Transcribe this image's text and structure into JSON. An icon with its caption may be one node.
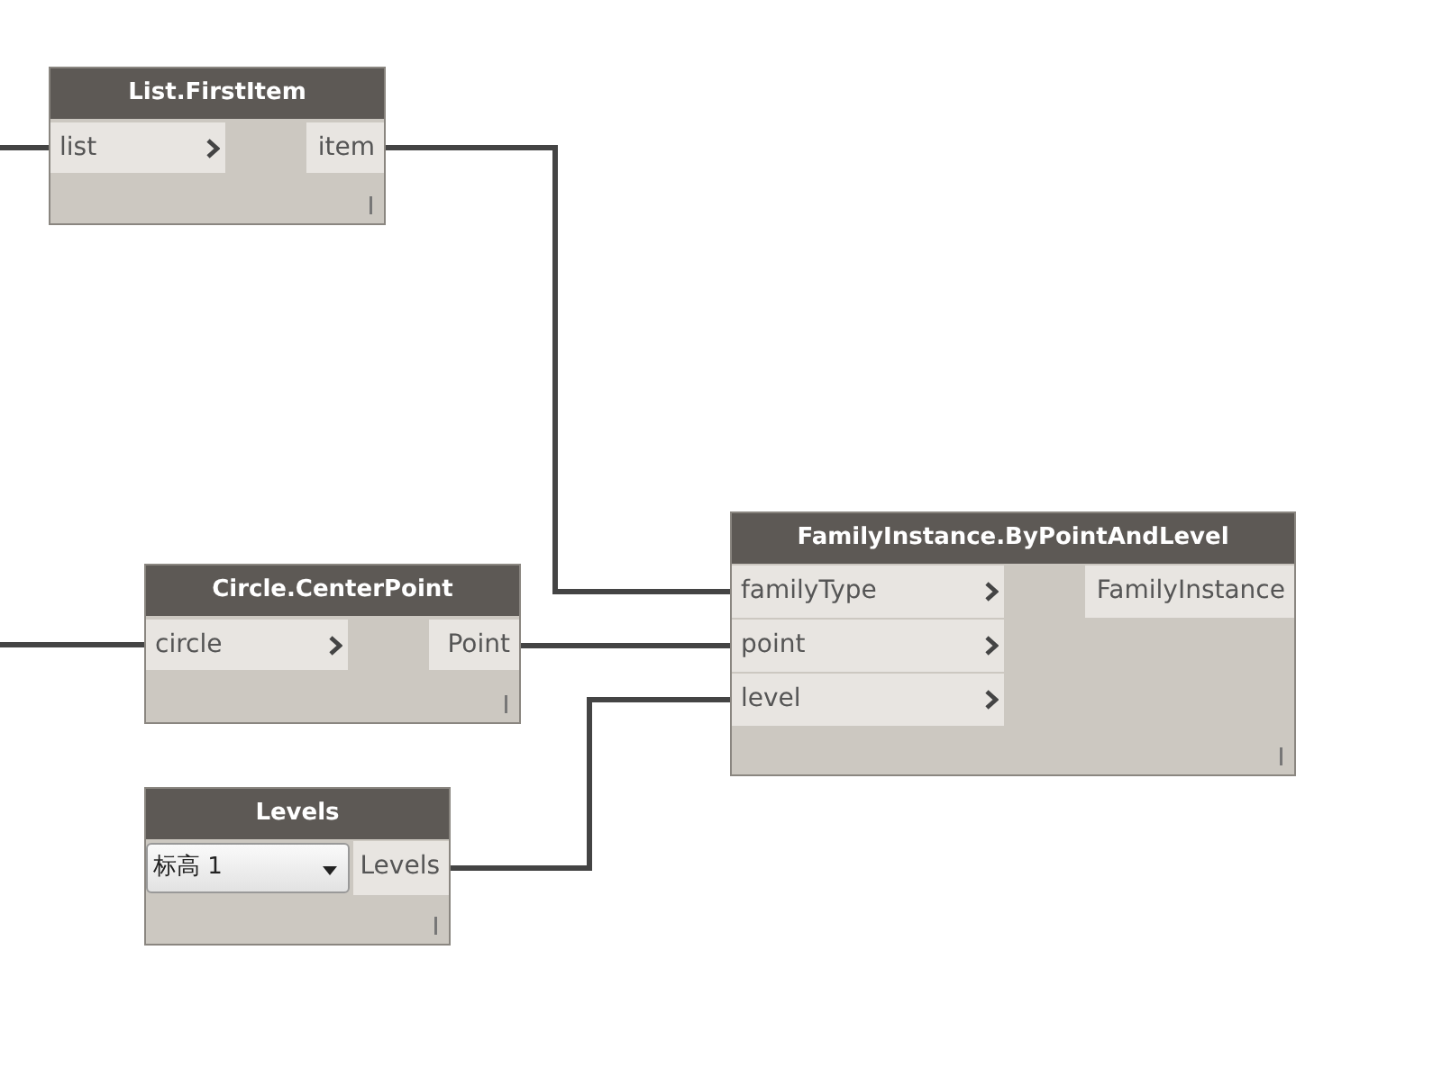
{
  "diagram": {
    "nodes": [
      {
        "text": [
          "List.FirstItem"
        ]
      },
      {
        "text": [
          "list"
        ],
        "in": 0
      },
      {
        "text": [
          "item"
        ],
        "in": 0
      },
      {
        "text": [
          "Circle.CenterPoint"
        ]
      },
      {
        "text": [
          "circle"
        ],
        "in": 3
      },
      {
        "text": [
          "Point"
        ],
        "in": 3
      },
      {
        "text": [
          "FamilyInstance.ByPointAndLevel"
        ]
      },
      {
        "text": [
          "familyType"
        ],
        "in": 6
      },
      {
        "text": [
          "point"
        ],
        "in": 6
      },
      {
        "text": [
          "level"
        ],
        "in": 6
      },
      {
        "text": [
          "FamilyInstance"
        ],
        "in": 6
      },
      {
        "text": [
          "Levels"
        ]
      },
      {
        "text": [
          "标高 1"
        ],
        "in": 11
      },
      {
        "text": [
          "Levels"
        ],
        "in": 11
      }
    ],
    "edges": [
      {
        "from": null,
        "to": 1,
        "arrow": "none"
      },
      {
        "from": 2,
        "to": 7,
        "arrow": "none"
      },
      {
        "from": null,
        "to": 4,
        "arrow": "none"
      },
      {
        "from": 5,
        "to": 8,
        "arrow": "none"
      },
      {
        "from": 13,
        "to": 9,
        "arrow": "none"
      }
    ]
  }
}
